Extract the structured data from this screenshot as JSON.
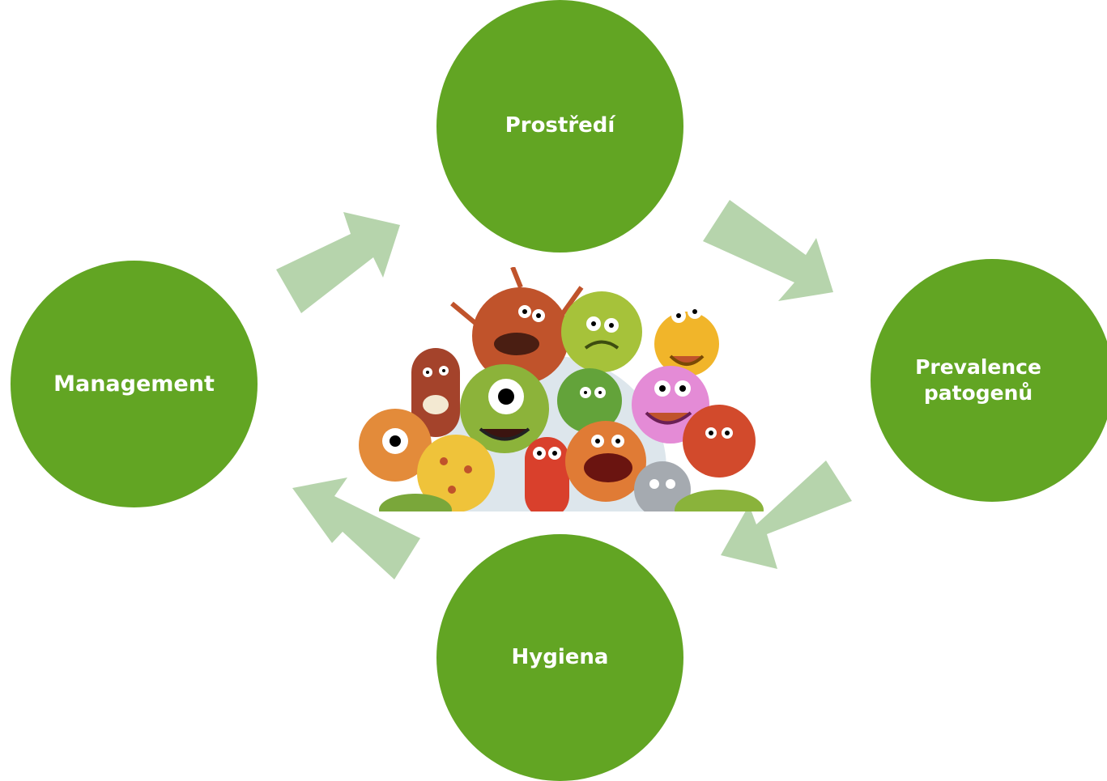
{
  "diagram": {
    "nodes": {
      "top": {
        "label": "Prostředí"
      },
      "right": {
        "label_line1": "Prevalence",
        "label_line2": "patogenů"
      },
      "bottom": {
        "label": "Hygiena"
      },
      "left": {
        "label": "Management"
      }
    },
    "illustration": {
      "icon": "germs-cartoon-icon"
    }
  },
  "colors": {
    "node_fill": "#62a523",
    "arrow_fill": "#b6d4ac",
    "node_text": "#ffffff"
  }
}
